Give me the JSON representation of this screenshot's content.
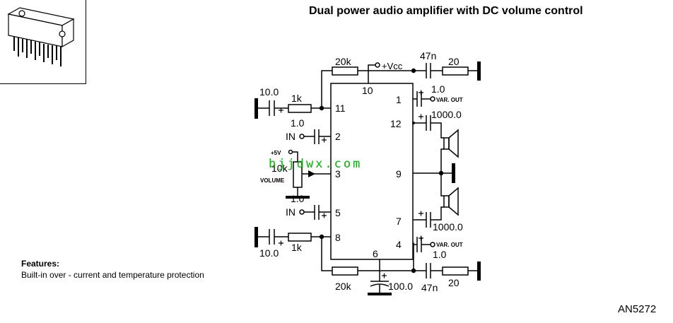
{
  "title": "Dual power audio amplifier with DC volume control",
  "part_number": "AN5272",
  "features": {
    "heading": "Features:",
    "text": "Built-in over - current and temperature protection"
  },
  "watermark": "bjjdwx.com",
  "pins": {
    "p1": "1",
    "p2": "2",
    "p3": "3",
    "p4": "4",
    "p5": "5",
    "p6": "6",
    "p7": "7",
    "p8": "8",
    "p9": "9",
    "p10": "10",
    "p11": "11",
    "p12": "12"
  },
  "components": {
    "r_fb_top": "20k",
    "r_fb_bottom": "20k",
    "vcc": "+Vcc",
    "c_out_top": "47n",
    "r_out_top": "20",
    "c_out_bottom": "47n",
    "r_out_bottom": "20",
    "c11": "10.0",
    "r11": "1k",
    "c8": "10.0",
    "r8": "1k",
    "c1": "1.0",
    "var_out_top": "VAR. OUT",
    "c4": "1.0",
    "var_out_bottom": "VAR. OUT",
    "c12": "1000.0",
    "c7": "1000.0",
    "c_in2": "1.0",
    "in2": "IN",
    "c_in5": "1.0",
    "in5": "IN",
    "plus5v": "+5V",
    "pot": "10k",
    "volume": "VOLUME",
    "c6": "100.0"
  },
  "colors": {
    "ink": "#000000",
    "watermark": "#00b400",
    "background": "#ffffff"
  }
}
